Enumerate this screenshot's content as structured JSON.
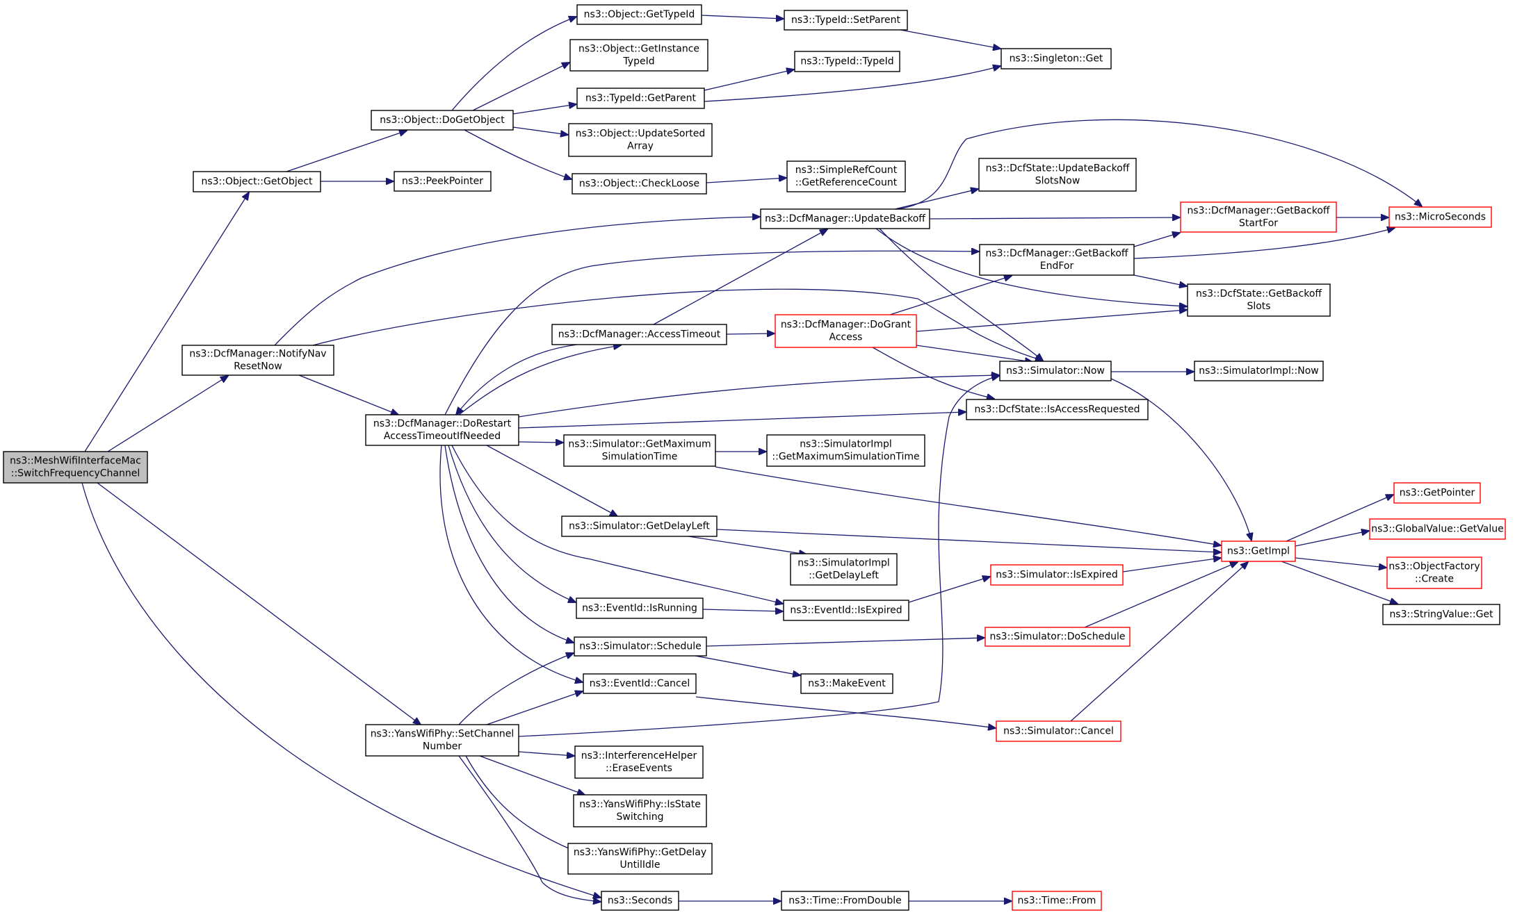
{
  "graph": {
    "colors": {
      "edge": "#191970",
      "root_fill": "#bfbfbf",
      "normal_border": "#000000",
      "truncated_border": "#ff0000",
      "node_fill": "#ffffff"
    },
    "nodes": [
      {
        "id": "root",
        "lines": [
          "ns3::MeshWifiInterfaceMac",
          "::SwitchFrequencyChannel"
        ],
        "style": "root"
      },
      {
        "id": "getobject",
        "lines": [
          "ns3::Object::GetObject"
        ],
        "style": "normal"
      },
      {
        "id": "notifynav",
        "lines": [
          "ns3::DcfManager::NotifyNav",
          "ResetNow"
        ],
        "style": "normal"
      },
      {
        "id": "setchannel",
        "lines": [
          "ns3::YansWifiPhy::SetChannel",
          "Number"
        ],
        "style": "normal"
      },
      {
        "id": "seconds",
        "lines": [
          "ns3::Seconds"
        ],
        "style": "normal"
      },
      {
        "id": "dogetobject",
        "lines": [
          "ns3::Object::DoGetObject"
        ],
        "style": "normal"
      },
      {
        "id": "peekpointer",
        "lines": [
          "ns3::PeekPointer"
        ],
        "style": "normal"
      },
      {
        "id": "gettypeid",
        "lines": [
          "ns3::Object::GetTypeId"
        ],
        "style": "normal"
      },
      {
        "id": "getinstancetypeid",
        "lines": [
          "ns3::Object::GetInstance",
          "TypeId"
        ],
        "style": "normal"
      },
      {
        "id": "typeidgetparent",
        "lines": [
          "ns3::TypeId::GetParent"
        ],
        "style": "normal"
      },
      {
        "id": "updatesorted",
        "lines": [
          "ns3::Object::UpdateSorted",
          "Array"
        ],
        "style": "normal"
      },
      {
        "id": "checkloose",
        "lines": [
          "ns3::Object::CheckLoose"
        ],
        "style": "normal"
      },
      {
        "id": "setparent",
        "lines": [
          "ns3::TypeId::SetParent"
        ],
        "style": "normal"
      },
      {
        "id": "typeidtypeid",
        "lines": [
          "ns3::TypeId::TypeId"
        ],
        "style": "normal"
      },
      {
        "id": "singleton",
        "lines": [
          "ns3::Singleton::Get"
        ],
        "style": "normal"
      },
      {
        "id": "simplerefcount",
        "lines": [
          "ns3::SimpleRefCount",
          "::GetReferenceCount"
        ],
        "style": "normal"
      },
      {
        "id": "updatebackoff",
        "lines": [
          "ns3::DcfManager::UpdateBackoff"
        ],
        "style": "normal"
      },
      {
        "id": "updatebackoffslots",
        "lines": [
          "ns3::DcfState::UpdateBackoff",
          "SlotsNow"
        ],
        "style": "normal"
      },
      {
        "id": "getbackoffstartfor",
        "lines": [
          "ns3::DcfManager::GetBackoff",
          "StartFor"
        ],
        "style": "truncated"
      },
      {
        "id": "microseconds",
        "lines": [
          "ns3::MicroSeconds"
        ],
        "style": "truncated"
      },
      {
        "id": "getbackoffendfor",
        "lines": [
          "ns3::DcfManager::GetBackoff",
          "EndFor"
        ],
        "style": "normal"
      },
      {
        "id": "getbackoffslots",
        "lines": [
          "ns3::DcfState::GetBackoff",
          "Slots"
        ],
        "style": "normal"
      },
      {
        "id": "accesstimeout",
        "lines": [
          "ns3::DcfManager::AccessTimeout"
        ],
        "style": "normal"
      },
      {
        "id": "dograntaccess",
        "lines": [
          "ns3::DcfManager::DoGrant",
          "Access"
        ],
        "style": "truncated"
      },
      {
        "id": "dorestart",
        "lines": [
          "ns3::DcfManager::DoRestart",
          "AccessTimeoutIfNeeded"
        ],
        "style": "normal"
      },
      {
        "id": "simnow",
        "lines": [
          "ns3::Simulator::Now"
        ],
        "style": "normal"
      },
      {
        "id": "simimplnow",
        "lines": [
          "ns3::SimulatorImpl::Now"
        ],
        "style": "normal"
      },
      {
        "id": "isaccessrequested",
        "lines": [
          "ns3::DcfState::IsAccessRequested"
        ],
        "style": "normal"
      },
      {
        "id": "getmaxsimtime",
        "lines": [
          "ns3::Simulator::GetMaximum",
          "SimulationTime"
        ],
        "style": "normal"
      },
      {
        "id": "implgetmax",
        "lines": [
          "ns3::SimulatorImpl",
          "::GetMaximumSimulationTime"
        ],
        "style": "normal"
      },
      {
        "id": "getdelayleft",
        "lines": [
          "ns3::Simulator::GetDelayLeft"
        ],
        "style": "normal"
      },
      {
        "id": "implgetdelay",
        "lines": [
          "ns3::SimulatorImpl",
          "::GetDelayLeft"
        ],
        "style": "normal"
      },
      {
        "id": "getimpl",
        "lines": [
          "ns3::GetImpl"
        ],
        "style": "truncated"
      },
      {
        "id": "getpointer",
        "lines": [
          "ns3::GetPointer"
        ],
        "style": "truncated"
      },
      {
        "id": "globalvalue",
        "lines": [
          "ns3::GlobalValue::GetValue"
        ],
        "style": "truncated"
      },
      {
        "id": "objectfactory",
        "lines": [
          "ns3::ObjectFactory",
          "::Create"
        ],
        "style": "truncated"
      },
      {
        "id": "stringvalue",
        "lines": [
          "ns3::StringValue::Get"
        ],
        "style": "normal"
      },
      {
        "id": "simisexpired",
        "lines": [
          "ns3::Simulator::IsExpired"
        ],
        "style": "truncated"
      },
      {
        "id": "eventisrunning",
        "lines": [
          "ns3::EventId::IsRunning"
        ],
        "style": "normal"
      },
      {
        "id": "eventisexpired",
        "lines": [
          "ns3::EventId::IsExpired"
        ],
        "style": "normal"
      },
      {
        "id": "simschedule",
        "lines": [
          "ns3::Simulator::Schedule"
        ],
        "style": "normal"
      },
      {
        "id": "simdoschedule",
        "lines": [
          "ns3::Simulator::DoSchedule"
        ],
        "style": "truncated"
      },
      {
        "id": "eventcancel",
        "lines": [
          "ns3::EventId::Cancel"
        ],
        "style": "normal"
      },
      {
        "id": "makeevent",
        "lines": [
          "ns3::MakeEvent"
        ],
        "style": "normal"
      },
      {
        "id": "simcancel",
        "lines": [
          "ns3::Simulator::Cancel"
        ],
        "style": "truncated"
      },
      {
        "id": "interference",
        "lines": [
          "ns3::InterferenceHelper",
          "::EraseEvents"
        ],
        "style": "normal"
      },
      {
        "id": "isstateswitching",
        "lines": [
          "ns3::YansWifiPhy::IsState",
          "Switching"
        ],
        "style": "normal"
      },
      {
        "id": "getdelayuntilidle",
        "lines": [
          "ns3::YansWifiPhy::GetDelay",
          "UntilIdle"
        ],
        "style": "normal"
      },
      {
        "id": "fromdouble",
        "lines": [
          "ns3::Time::FromDouble"
        ],
        "style": "normal"
      },
      {
        "id": "timefrom",
        "lines": [
          "ns3::Time::From"
        ],
        "style": "truncated"
      }
    ]
  }
}
